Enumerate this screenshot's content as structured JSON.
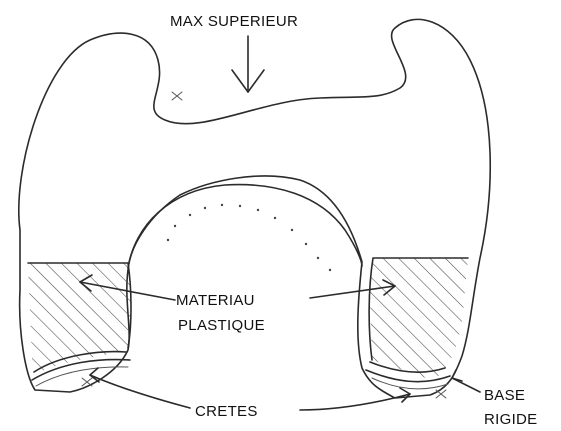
{
  "labels": {
    "max_superieur": "MAX SUPERIEUR",
    "materiau_line1": "MATERIAU",
    "materiau_line2": "PLASTIQUE",
    "cretes": "CRETES",
    "base_line1": "BASE",
    "base_line2": "RIGIDE"
  },
  "colors": {
    "stroke": "#2b2b2b",
    "background": "#ffffff"
  }
}
